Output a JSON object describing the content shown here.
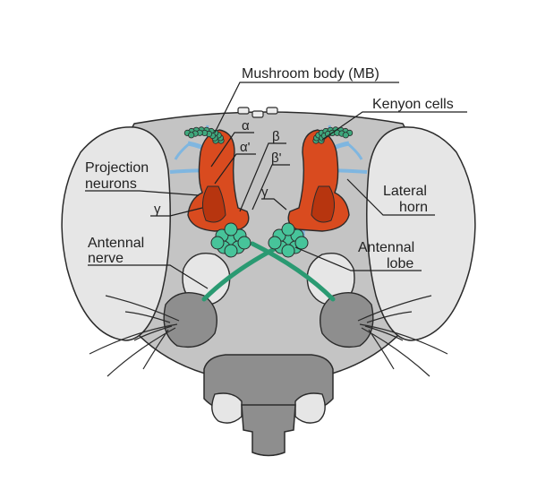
{
  "diagram": {
    "labels": {
      "mushroom_body": "Mushroom body (MB)",
      "kenyon_cells": "Kenyon cells",
      "projection_neurons_line1": "Projection",
      "projection_neurons_line2": "neurons",
      "lateral_horn_line1": "Lateral",
      "lateral_horn_line2": "horn",
      "antennal_nerve_line1": "Antennal",
      "antennal_nerve_line2": "nerve",
      "antennal_lobe_line1": "Antennal",
      "antennal_lobe_line2": "lobe",
      "alpha": "α",
      "alpha_prime": "α'",
      "beta": "β",
      "beta_prime": "β'",
      "gamma_left": "γ",
      "gamma_right": "γ"
    },
    "colors": {
      "head": "#c4c4c4",
      "eye": "#e6e6e6",
      "dark_gray": "#8e8e8e",
      "mushroom_body": "#d94b1f",
      "mushroom_body_dark": "#b7350f",
      "kenyon_cells": "#3fa87d",
      "antennal_lobe": "#47c49a",
      "projection_neurons": "#7fb6e0",
      "antennal_nerve": "#2a9a72",
      "outline": "#2b2b2b"
    }
  }
}
